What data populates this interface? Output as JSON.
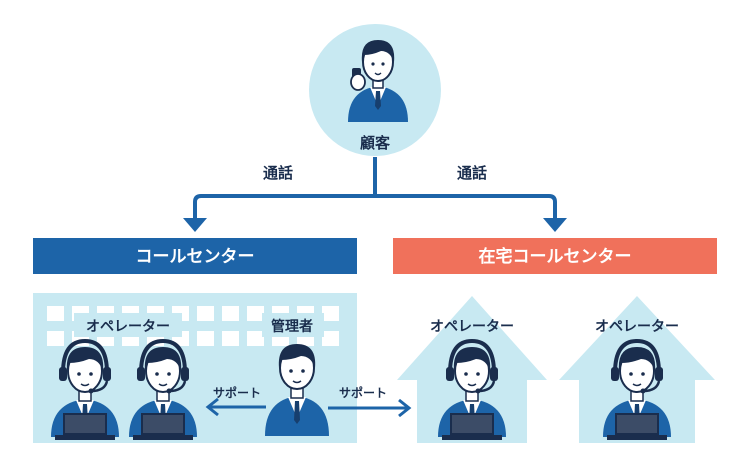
{
  "customer": {
    "label": "顧客"
  },
  "call_left": {
    "label": "通話"
  },
  "call_right": {
    "label": "通話"
  },
  "call_center": {
    "title": "コールセンター",
    "operator_label": "オペレーター",
    "manager_label": "管理者"
  },
  "home_center": {
    "title": "在宅コールセンター",
    "operator_label_1": "オペレーター",
    "operator_label_2": "オペレーター"
  },
  "support_left": {
    "label": "サポート"
  },
  "support_right": {
    "label": "サポート"
  },
  "colors": {
    "navy": "#1d64a8",
    "dark_navy": "#173f6e",
    "light_blue": "#c8e9f2",
    "orange": "#f0715b",
    "skin": "#ffffff",
    "hair": "#1a2d4d"
  },
  "icons": [
    "person-phone-icon",
    "operator-headset-icon",
    "manager-icon",
    "arrow-down-icon",
    "arrow-left-icon",
    "arrow-right-icon",
    "house-shape-icon",
    "laptop-icon"
  ]
}
